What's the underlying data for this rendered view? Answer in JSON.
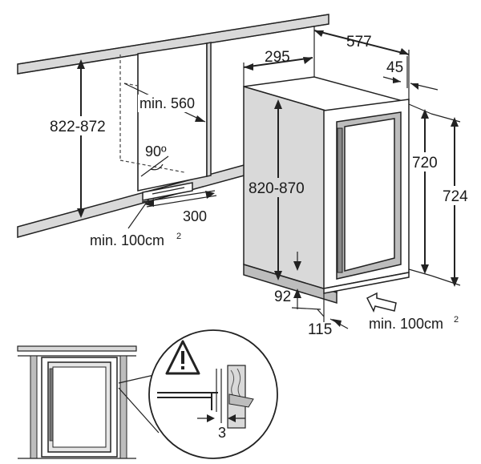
{
  "labels": {
    "width_total": "577",
    "depth_top": "295",
    "door_offset": "45",
    "niche_depth": "min. 560",
    "niche_height": "822-872",
    "door_angle": "90º",
    "plinth_depth": "300",
    "vent_area_left": "min. 100cm",
    "vent_area_right": "min. 100cm",
    "sup_2": "2",
    "height_720": "720",
    "height_724": "724",
    "appliance_height": "820-870",
    "plinth_height": "92",
    "plinth_setback": "115",
    "gap_detail": "3"
  },
  "icons": {
    "warning": "warning-triangle-icon"
  },
  "colors": {
    "line": "#222222",
    "fill_grey": "#bdbdbd",
    "fill_light": "#d9d9d9",
    "background": "#ffffff"
  }
}
